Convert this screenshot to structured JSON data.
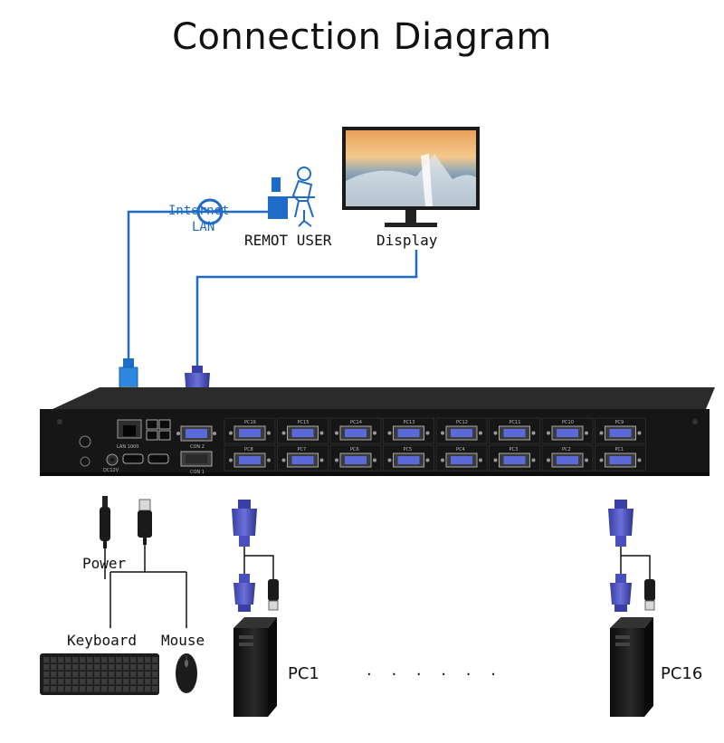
{
  "title": "Connection Diagram",
  "labels": {
    "internet": "Internet",
    "lan": "LAN",
    "remote_user": "REMOT USER",
    "display": "Display",
    "power": "Power",
    "keyboard": "Keyboard",
    "mouse": "Mouse",
    "pc_first": "PC1",
    "pc_last": "PC16",
    "ellipsis": ". . . . . ."
  },
  "kvm_panel": {
    "lan_port_label": "LAN 1000",
    "power_port_label": "DC12V",
    "console_ports": [
      "CON 2",
      "CON 1"
    ],
    "pc_ports_top": [
      "PC16",
      "PC15",
      "PC14",
      "PC13",
      "PC12",
      "PC11",
      "PC10",
      "PC9"
    ],
    "pc_ports_bottom": [
      "PC8",
      "PC7",
      "PC6",
      "PC5",
      "PC4",
      "PC3",
      "PC2",
      "PC1"
    ]
  },
  "colors": {
    "cable": "#1e6bc8",
    "chassis": "#161616",
    "vga_plug": "#4a4fbf",
    "line": "#111111"
  }
}
